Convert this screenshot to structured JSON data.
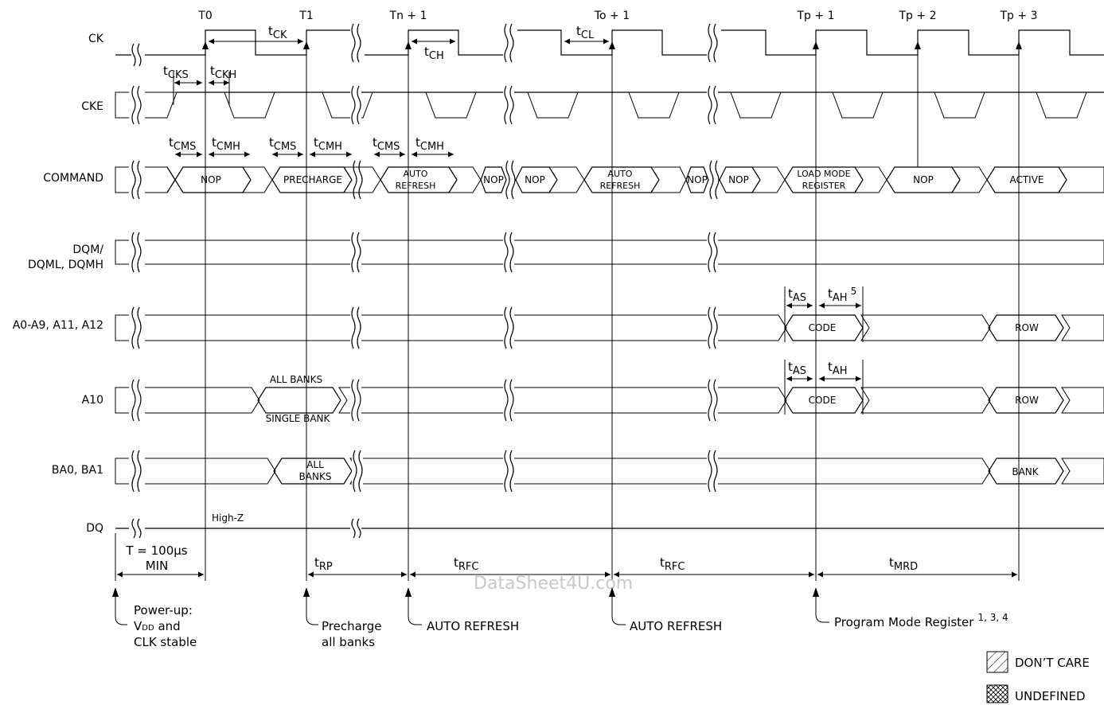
{
  "signals": {
    "ck": "CK",
    "cke": "CKE",
    "command": "COMMAND",
    "dqm_1": "DQM/",
    "dqm_2": "DQML, DQMH",
    "addr": "A0-A9, A11, A12",
    "a10": "A10",
    "ba": "BA0, BA1",
    "dq": "DQ"
  },
  "clock_labels": {
    "t0": "T0",
    "t1": "T1",
    "tn1": "Tn + 1",
    "to1": "To + 1",
    "tp1": "Tp + 1",
    "tp2": "Tp + 2",
    "tp3": "Tp + 3"
  },
  "timing": {
    "t": "t",
    "ck": "CK",
    "ch": "CH",
    "cl": "CL",
    "cks": "CKS",
    "ckh": "CKH",
    "cms": "CMS",
    "cmh": "CMH",
    "as": "AS",
    "ah": "AH",
    "ah_note": "5",
    "rp": "RP",
    "rfc": "RFC",
    "mrd": "MRD"
  },
  "commands": {
    "nop": "NOP",
    "precharge": "PRECHARGE",
    "auto": "AUTO",
    "refresh": "REFRESH",
    "load_mode": "LOAD MODE",
    "register": "REGISTER",
    "active": "ACTIVE"
  },
  "values": {
    "code": "CODE",
    "row": "ROW",
    "all_banks": "ALL BANKS",
    "single_bank": "SINGLE BANK",
    "all": "ALL",
    "banks": "BANKS",
    "bank": "BANK",
    "high_z": "High-Z"
  },
  "annotations": {
    "t100_1": "T = 100µs",
    "t100_2": "MIN",
    "powerup_1": "Power-up:",
    "powerup_2_v": "V",
    "powerup_2_dd": "DD",
    "powerup_2_rest": " and",
    "powerup_3": "CLK stable",
    "precharge_1": "Precharge",
    "precharge_2": "all banks",
    "auto_refresh": "AUTO REFRESH",
    "program_mode": "Program Mode Register",
    "program_notes": "1, 3, 4"
  },
  "legend": {
    "dont_care": "DON’T CARE",
    "undefined": "UNDEFINED"
  },
  "watermark": "DataSheet4U.com",
  "colors": {
    "valid_fill": "#cfe2e3",
    "line": "#000000"
  }
}
